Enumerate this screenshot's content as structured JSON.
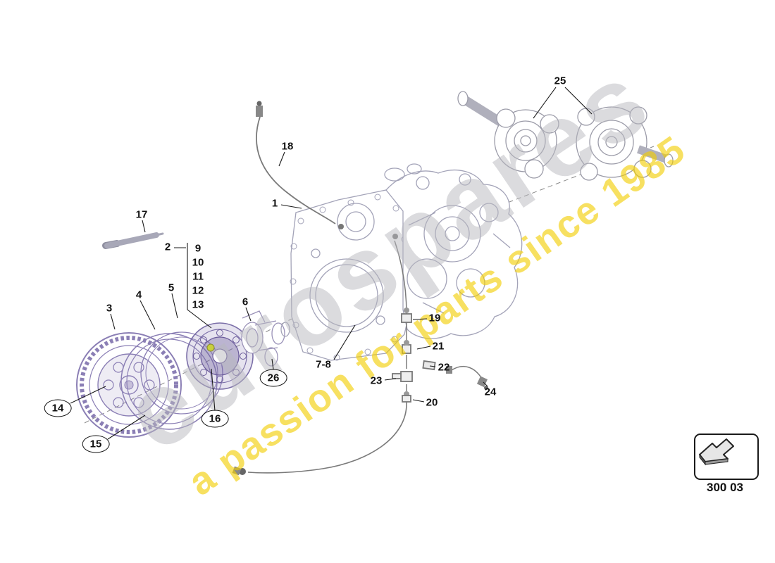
{
  "diagram": {
    "watermark_primary": "eurospares",
    "watermark_secondary": "a passion for parts since 1985",
    "part_group_code": "300 03"
  },
  "colors": {
    "watermark_gray": "#b8b8be",
    "watermark_yellow": "#f2cd00",
    "drawing_purple": "#8b7fb5",
    "drawing_gray": "#a3a3b8"
  },
  "icons": {
    "direction_arrow": "direction-arrow-icon"
  },
  "callouts": [
    {
      "label": "1"
    },
    {
      "label": "2"
    },
    {
      "label": "3"
    },
    {
      "label": "4"
    },
    {
      "label": "5"
    },
    {
      "label": "6"
    },
    {
      "label": "7-8"
    },
    {
      "label": "9"
    },
    {
      "label": "10"
    },
    {
      "label": "11"
    },
    {
      "label": "12"
    },
    {
      "label": "13"
    },
    {
      "label": "14"
    },
    {
      "label": "15"
    },
    {
      "label": "16"
    },
    {
      "label": "17"
    },
    {
      "label": "18"
    },
    {
      "label": "19"
    },
    {
      "label": "20"
    },
    {
      "label": "21"
    },
    {
      "label": "22"
    },
    {
      "label": "23"
    },
    {
      "label": "24"
    },
    {
      "label": "25"
    },
    {
      "label": "26"
    }
  ]
}
